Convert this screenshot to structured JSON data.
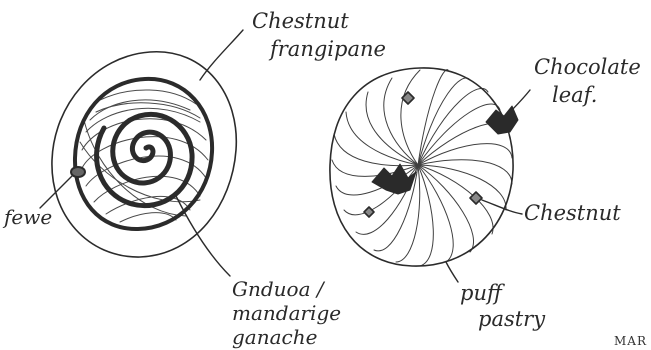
{
  "labels": {
    "chestnut_frangipane_1": "Chestnut",
    "chestnut_frangipane_2": "frangipane",
    "feve": "fewe",
    "gianduja_1": "Gnduoa /",
    "gianduja_2": "mandarige",
    "gianduja_3": "ganache",
    "chocolate_leaf_1": "Chocolate",
    "chocolate_leaf_2": "leaf.",
    "chestnut": "Chestnut",
    "puff_pastry_1": "puff",
    "puff_pastry_2": "pastry"
  },
  "corner_text": "MAR"
}
